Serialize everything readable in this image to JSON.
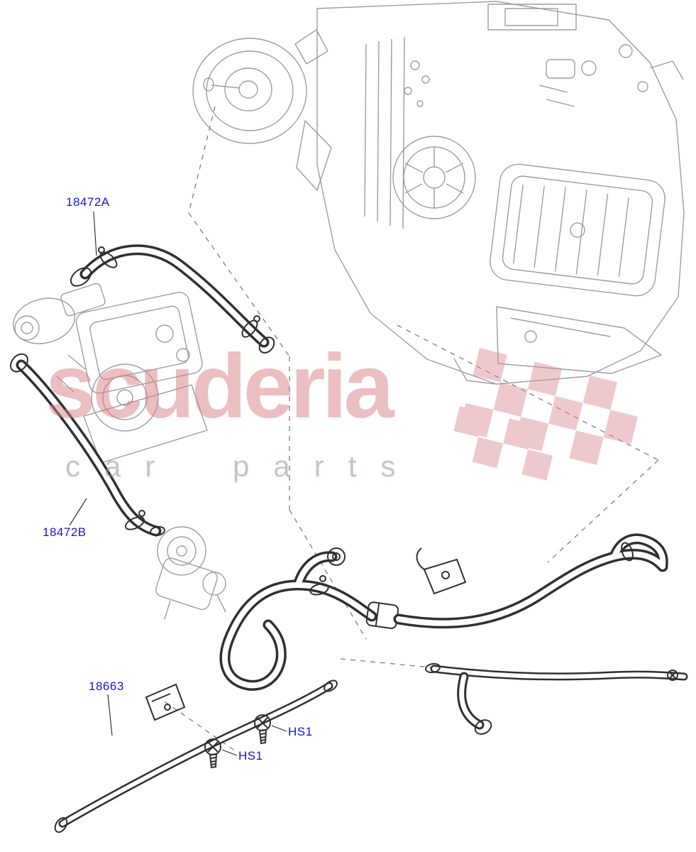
{
  "diagram": {
    "type": "exploded-parts-diagram",
    "labels": [
      {
        "id": "18472A",
        "text": "18472A"
      },
      {
        "id": "18472B",
        "text": "18472B"
      },
      {
        "id": "18663",
        "text": "18663"
      },
      {
        "id": "HS1-upper",
        "text": "HS1"
      },
      {
        "id": "HS1-lower",
        "text": "HS1"
      }
    ]
  },
  "watermark": {
    "brand": "scuderia",
    "sub": "car parts"
  },
  "colors": {
    "label": "#1717d1",
    "watermark_text": "#d87f85",
    "watermark_sub": "#a18f91",
    "watermark_flag": "#d98a92",
    "hose_line": "#303030",
    "sketch_line": "#9d9d9d"
  }
}
